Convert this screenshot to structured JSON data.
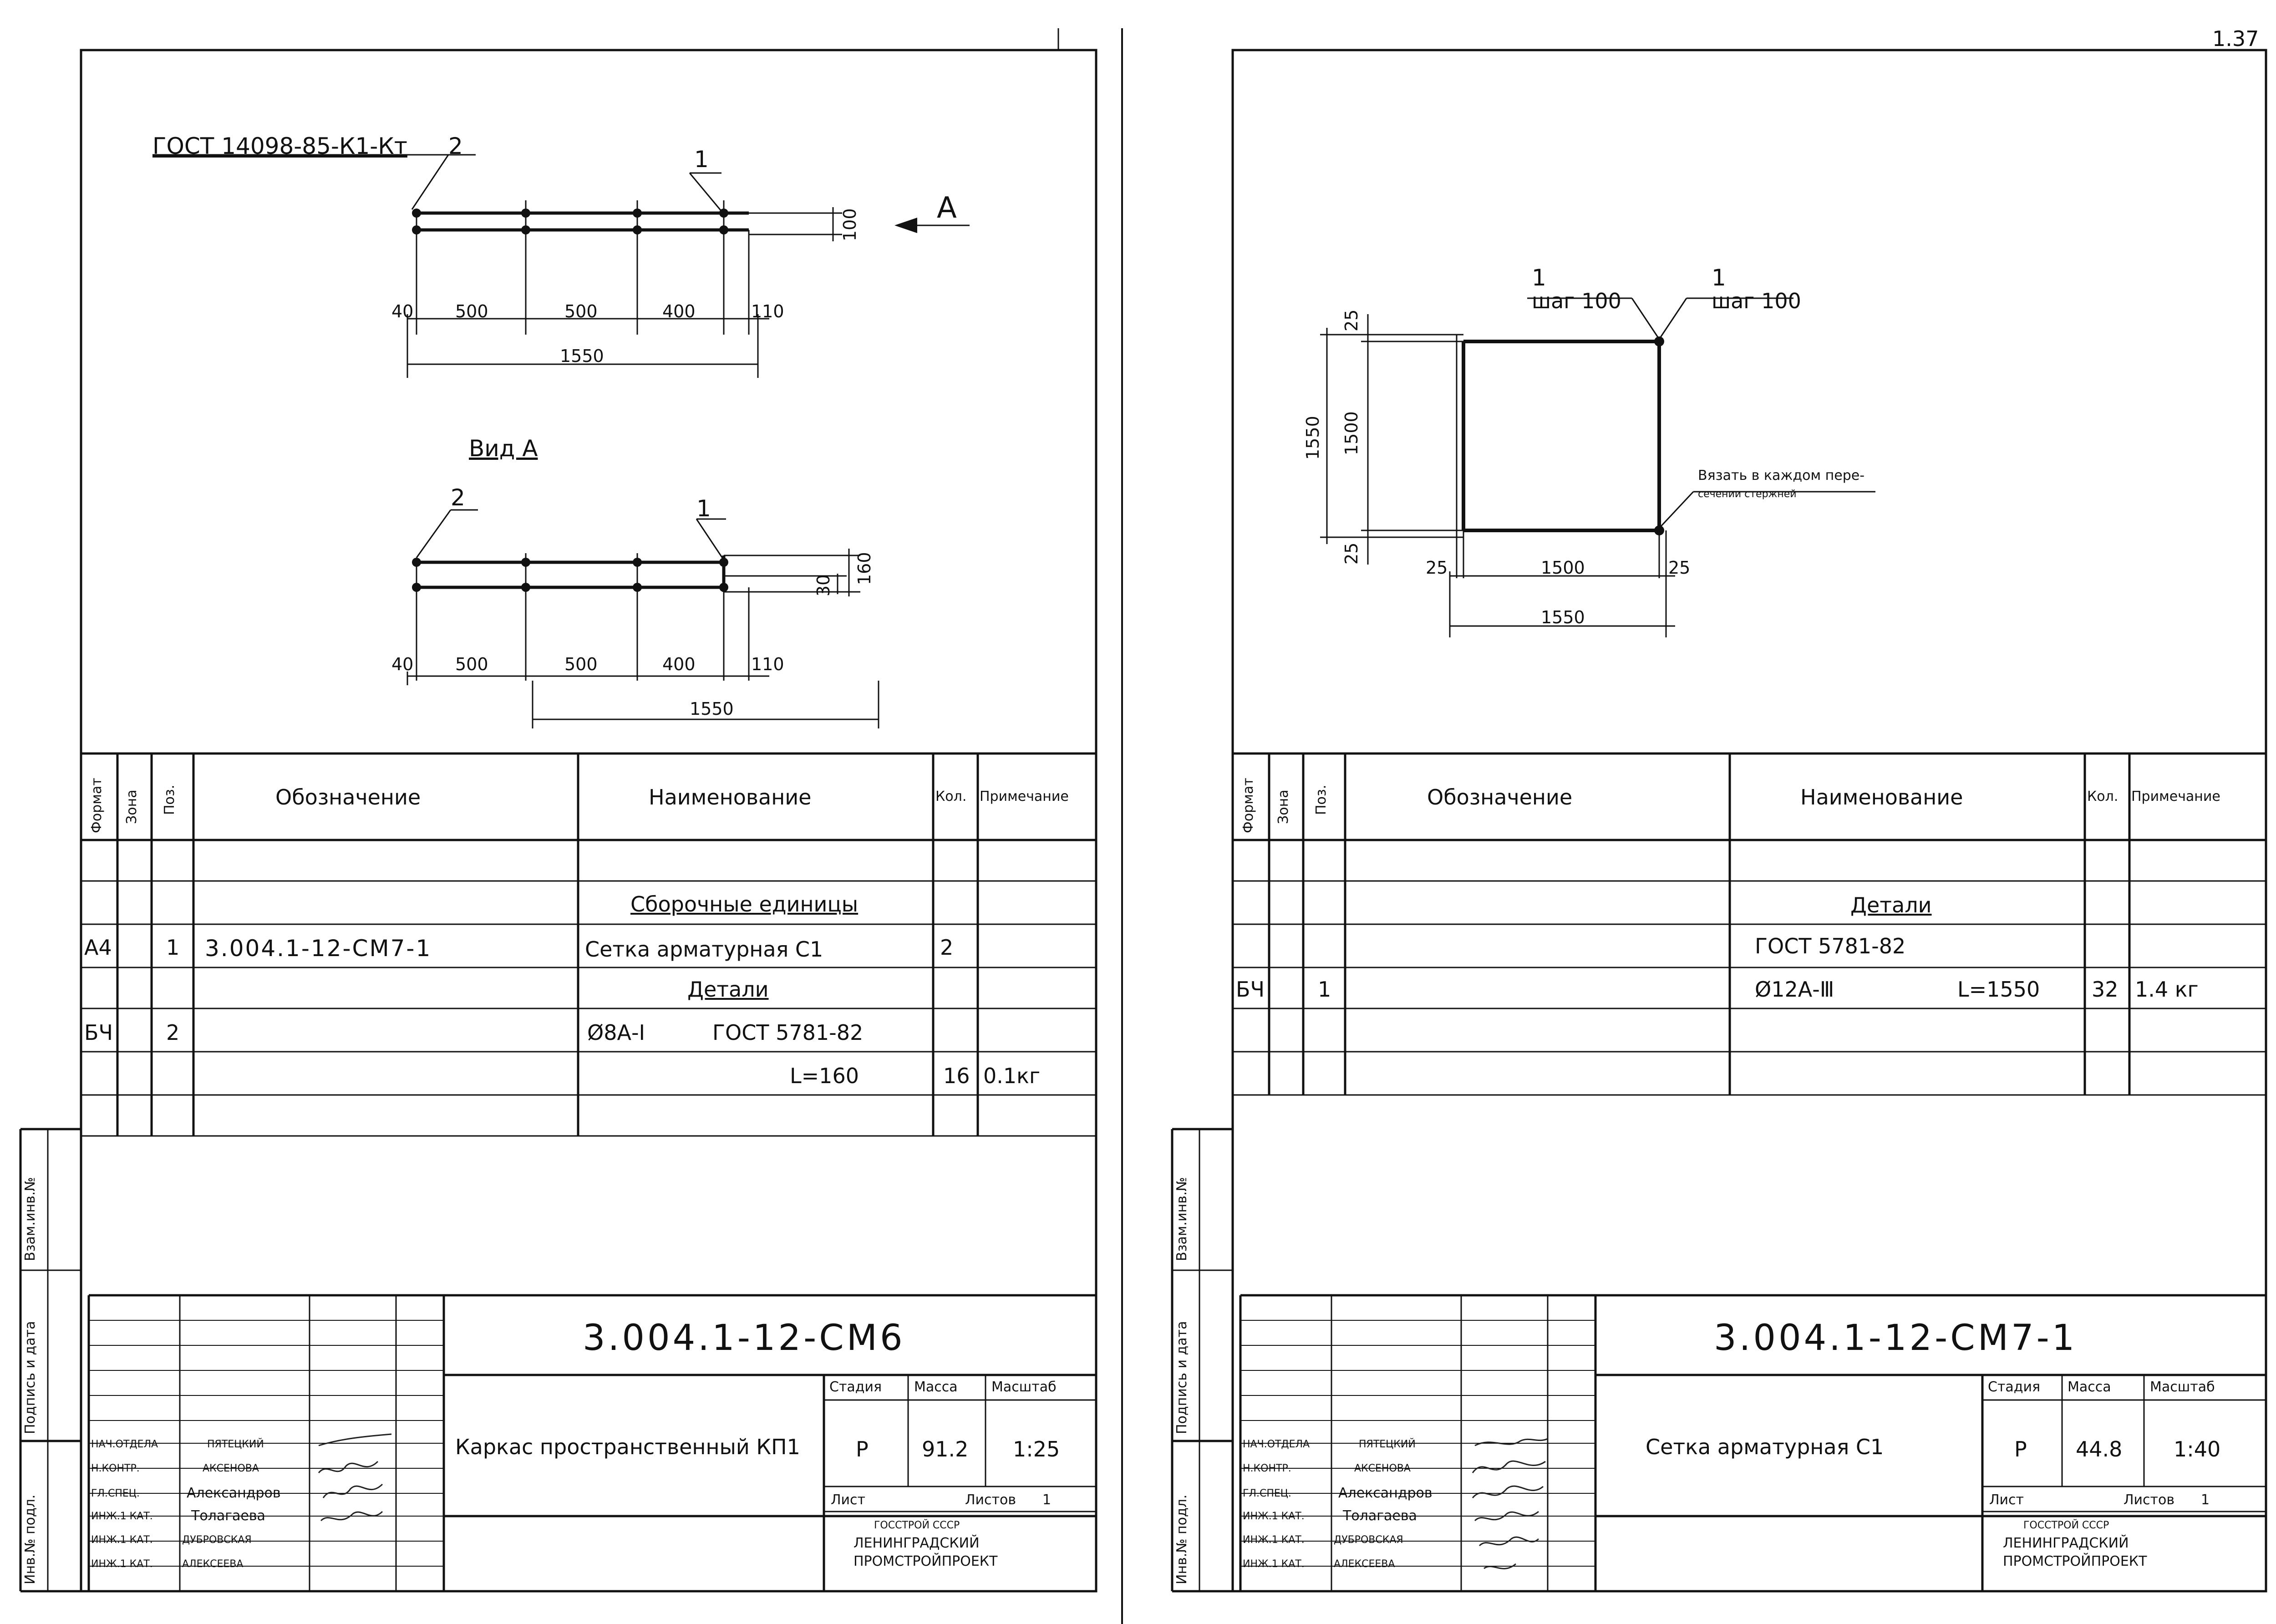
{
  "left": {
    "drawing": {
      "weld_label": "ГОСТ 14098-85-К1-Кт",
      "pos1": "1",
      "pos2": "2",
      "height_dim": "100",
      "arrow_label": "А",
      "dims_top": [
        "40",
        "500",
        "500",
        "400",
        "110"
      ],
      "total_top": "1550",
      "view_title": "Вид А",
      "view_pos1": "1",
      "view_pos2": "2",
      "view_dim_160": "160",
      "view_dim_30": "30",
      "dims_bottom": [
        "40",
        "500",
        "500",
        "400",
        "110"
      ],
      "total_bottom": "1550"
    },
    "spec": {
      "headers": {
        "format": "Формат",
        "zone": "Зона",
        "pos": "Поз.",
        "designation": "Обозначение",
        "name": "Наименование",
        "qty": "Кол.",
        "note": "Примечание"
      },
      "section_assemblies": "Сборочные единицы",
      "row1": {
        "format": "А4",
        "pos": "1",
        "designation": "3.004.1-12-СМ7-1",
        "name": "Сетка арматурная С1",
        "qty": "2"
      },
      "section_parts": "Детали",
      "row2": {
        "format": "БЧ",
        "pos": "2",
        "name": "Ø8А-I",
        "gost": "ГОСТ 5781-82"
      },
      "row3": {
        "length": "L=160",
        "qty": "16",
        "note": "0.1кг"
      }
    },
    "title_block": {
      "code": "3.004.1-12-СМ6",
      "title": "Каркас пространственный КП1",
      "stage_label": "Стадия",
      "mass_label": "Масса",
      "scale_label": "Масштаб",
      "stage": "Р",
      "mass": "91.2",
      "scale": "1:25",
      "sheet_label": "Лист",
      "sheets_label": "Листов",
      "sheets": "1",
      "org1": "ГОССТРОЙ СССР",
      "org2": "ЛЕНИНГРАДСКИЙ",
      "org3": "ПРОМСТРОЙПРОЕКТ",
      "people": [
        {
          "role": "НАЧ.ОТДЕЛА",
          "name": "ПЯТЕЦКИЙ"
        },
        {
          "role": "Н.КОНТР.",
          "name": "АКСЕНОВА"
        },
        {
          "role": "ГЛ.СПЕЦ.",
          "name": "Александров"
        },
        {
          "role": "ИНЖ.1 КАТ.",
          "name": "Толагаева"
        },
        {
          "role": "ИНЖ.1 КАТ.",
          "name": "ДУБРОВСКАЯ"
        },
        {
          "role": "ИНЖ.1 КАТ.",
          "name": "АЛЕКСЕЕВА"
        }
      ]
    },
    "margin": {
      "inv": "Инв.№ подл.",
      "sign": "Подпись и дата",
      "vzam": "Взам.инв.№"
    }
  },
  "right": {
    "corner": "1.37",
    "drawing": {
      "pos1a": "1",
      "step_a": "шаг 100",
      "pos1b": "1",
      "step_b": "шаг 100",
      "note_line1": "Вязать в каждом пере-",
      "note_line2": "сечении стержней",
      "dim_25_top": "25",
      "dim_1550_v": "1550",
      "dim_1500_v": "1500",
      "dim_25_bot": "25",
      "dim_25_left": "25",
      "dim_1500_h": "1500",
      "dim_25_right": "25",
      "dim_1550_h": "1550"
    },
    "spec": {
      "headers": {
        "format": "Формат",
        "zone": "Зона",
        "pos": "Поз.",
        "designation": "Обозначение",
        "name": "Наименование",
        "qty": "Кол.",
        "note": "Примечание"
      },
      "section_parts": "Детали",
      "gost": "ГОСТ 5781-82",
      "row1": {
        "format": "БЧ",
        "pos": "1",
        "name": "Ø12А-Ⅲ",
        "length": "L=1550",
        "qty": "32",
        "note": "1.4 кг"
      }
    },
    "title_block": {
      "code": "3.004.1-12-СМ7-1",
      "title": "Сетка арматурная С1",
      "stage_label": "Стадия",
      "mass_label": "Масса",
      "scale_label": "Масштаб",
      "stage": "Р",
      "mass": "44.8",
      "scale": "1:40",
      "sheet_label": "Лист",
      "sheets_label": "Листов",
      "sheets": "1",
      "org1": "ГОССТРОЙ СССР",
      "org2": "ЛЕНИНГРАДСКИЙ",
      "org3": "ПРОМСТРОЙПРОЕКТ",
      "people": [
        {
          "role": "НАЧ.ОТДЕЛА",
          "name": "ПЯТЕЦКИЙ"
        },
        {
          "role": "Н.КОНТР.",
          "name": "АКСЕНОВА"
        },
        {
          "role": "ГЛ.СПЕЦ.",
          "name": "Александров"
        },
        {
          "role": "ИНЖ.1 КАТ.",
          "name": "Толагаева"
        },
        {
          "role": "ИНЖ.1 КАТ.",
          "name": "ДУБРОВСКАЯ"
        },
        {
          "role": "ИНЖ.1 КАТ.",
          "name": "АЛЕКСЕЕВА"
        }
      ]
    },
    "margin": {
      "inv": "Инв.№ подл.",
      "sign": "Подпись и дата",
      "vzam": "Взам.инв.№"
    }
  }
}
